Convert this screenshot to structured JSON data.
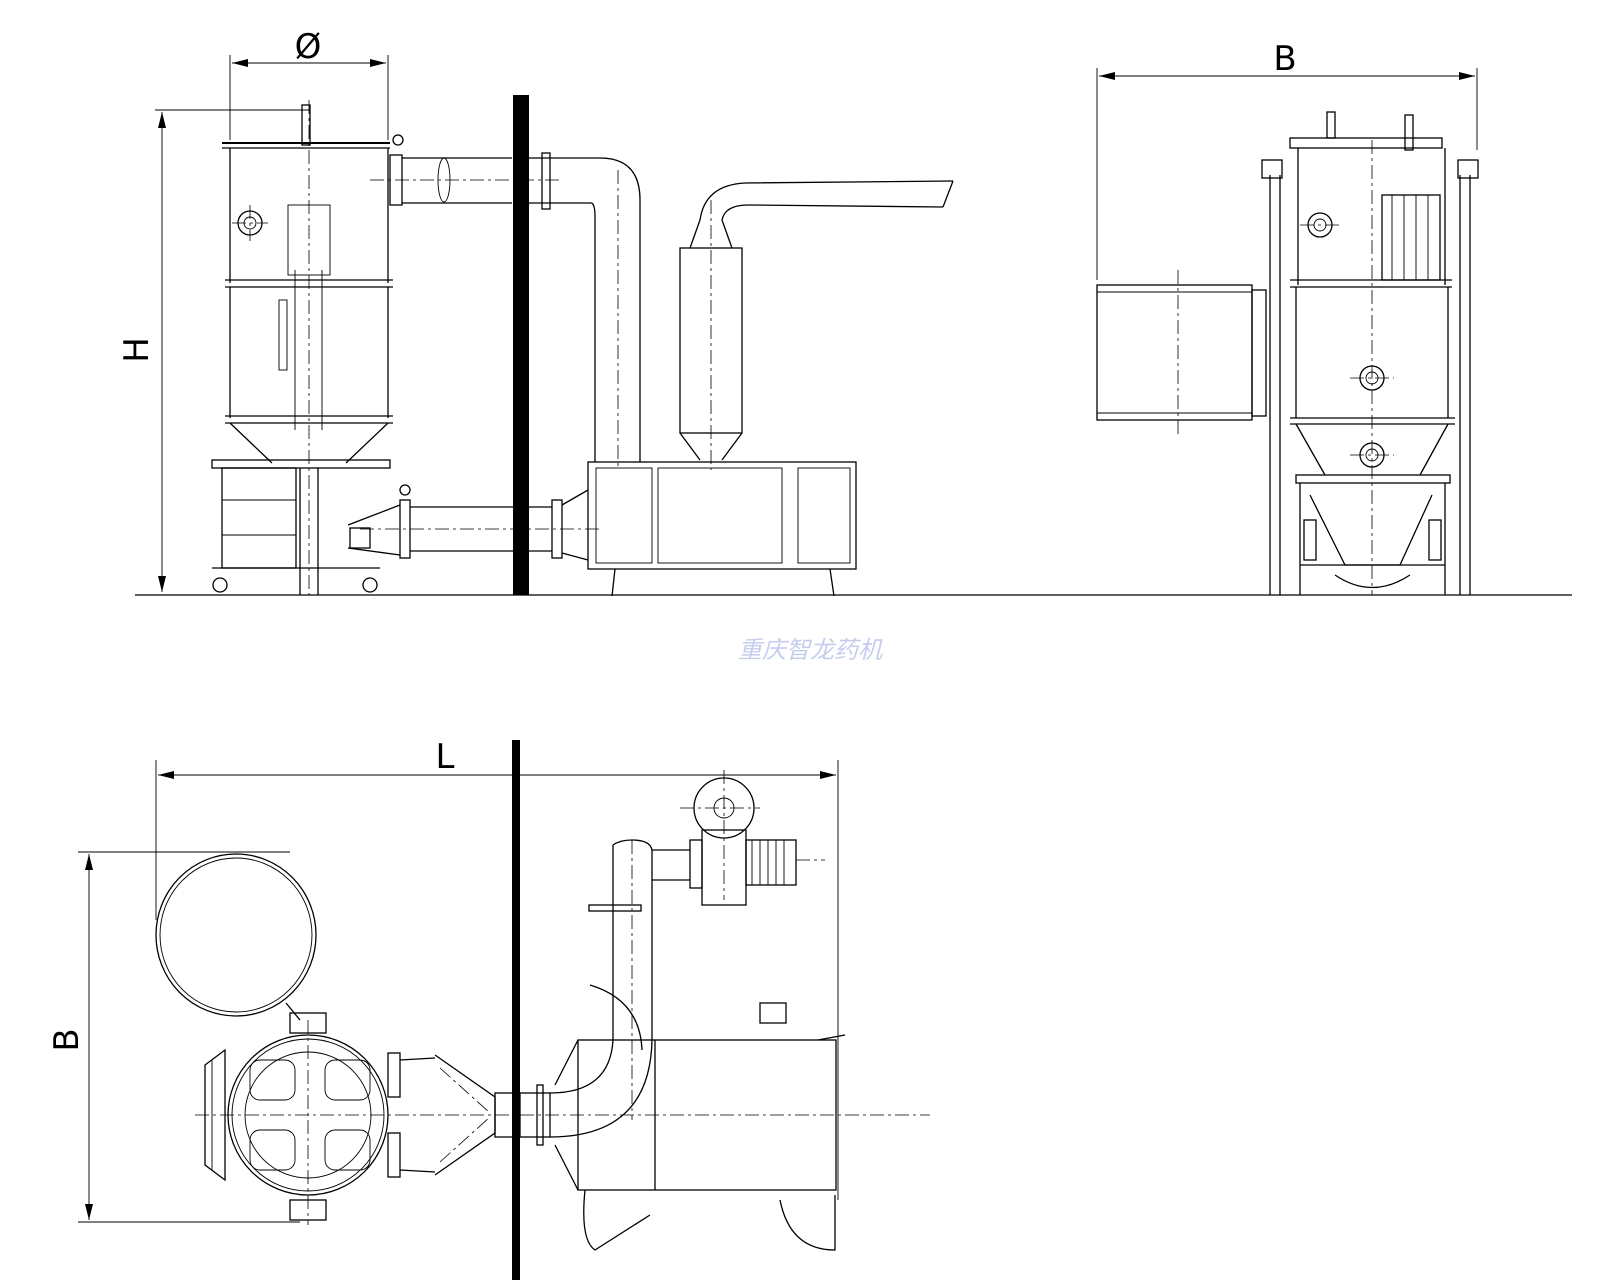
{
  "labels": {
    "diameter": "Ø",
    "height": "H",
    "width_side": "B",
    "width_plan": "B",
    "length": "L"
  },
  "watermark": "重庆智龙药机",
  "colors": {
    "line": "#000000",
    "background": "#ffffff",
    "watermark": "#c4cdee"
  }
}
